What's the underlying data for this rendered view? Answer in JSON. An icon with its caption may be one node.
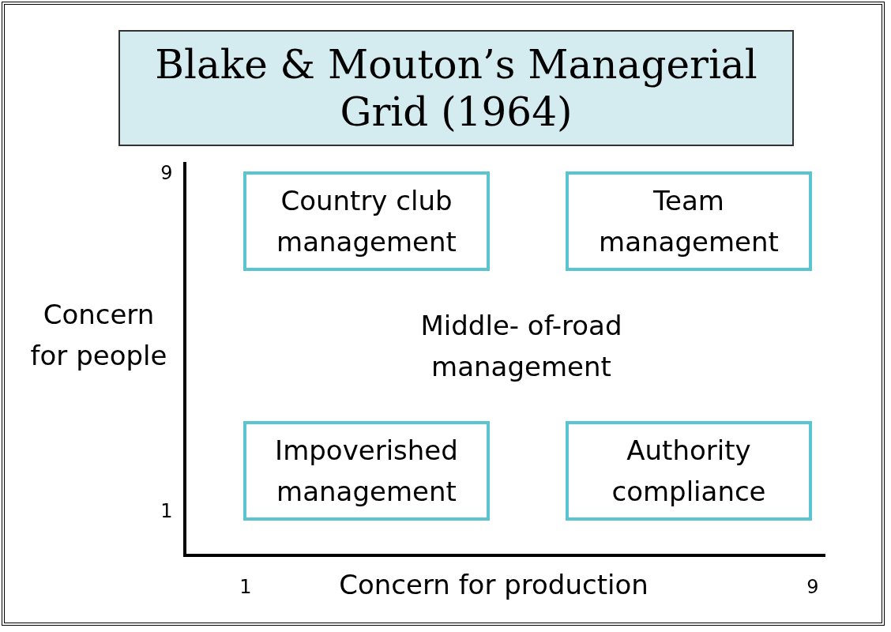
{
  "diagram": {
    "title": "Blake & Mouton’s Managerial Grid (1964)",
    "nodes": [
      {
        "text": [
          "Country club management"
        ]
      },
      {
        "text": [
          "Team management"
        ]
      },
      {
        "text": [
          "Impoverished management"
        ]
      },
      {
        "text": [
          "Authority compliance"
        ]
      }
    ],
    "labels": [
      "9",
      "Middle- of-road management",
      "Concern for people",
      "1",
      "1",
      "Concern for production",
      "9"
    ]
  }
}
